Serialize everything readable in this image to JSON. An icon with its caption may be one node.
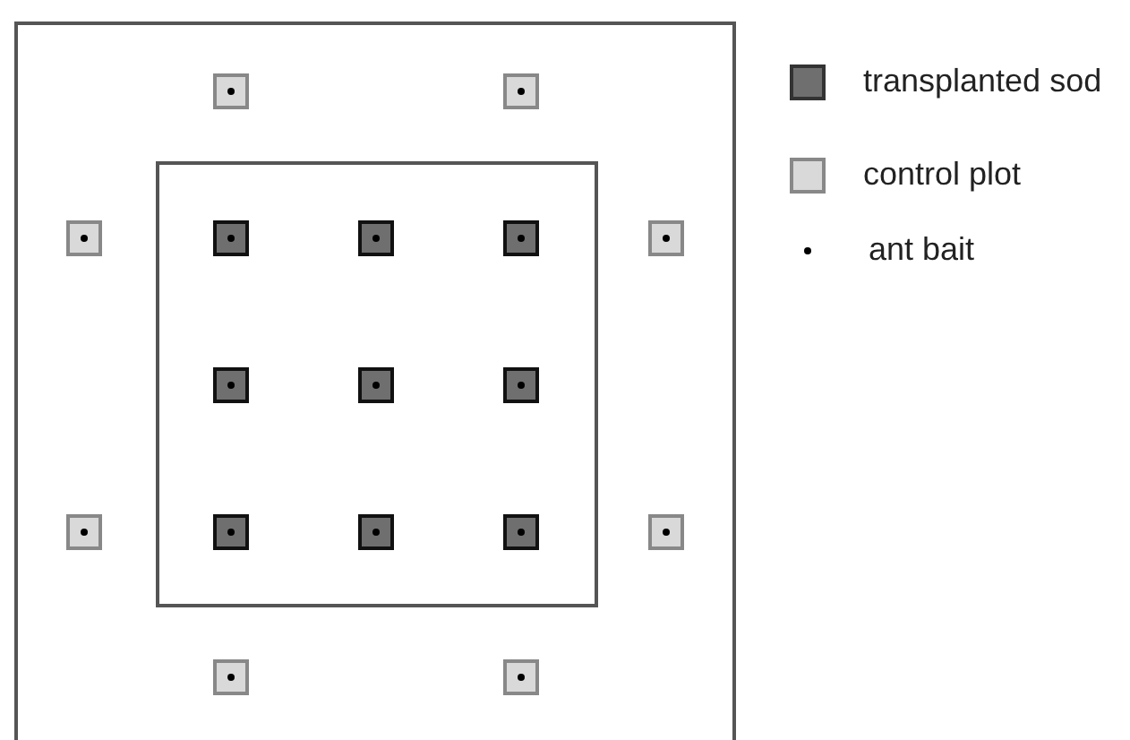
{
  "diagram": {
    "nodes": [
      {
        "text": [],
        "shape": "box"
      },
      {
        "text": [],
        "shape": "box",
        "in": 0
      },
      {
        "text": [],
        "shape": "box",
        "in": 0
      },
      {
        "text": [],
        "shape": "box",
        "in": 0
      },
      {
        "text": [],
        "shape": "box",
        "in": 0
      },
      {
        "text": [],
        "shape": "box",
        "in": 1
      },
      {
        "text": [],
        "shape": "box",
        "in": 1
      },
      {
        "text": [],
        "shape": "box",
        "in": 1
      },
      {
        "text": [],
        "shape": "box",
        "in": 0
      },
      {
        "text": [],
        "shape": "box",
        "in": 1
      },
      {
        "text": [],
        "shape": "box",
        "in": 1
      },
      {
        "text": [],
        "shape": "box",
        "in": 1
      },
      {
        "text": [],
        "shape": "box",
        "in": 0
      },
      {
        "text": [],
        "shape": "box",
        "in": 1
      },
      {
        "text": [],
        "shape": "box",
        "in": 1
      },
      {
        "text": [],
        "shape": "box",
        "in": 1
      },
      {
        "text": [],
        "shape": "box",
        "in": 0
      },
      {
        "text": [],
        "shape": "box",
        "in": 0
      },
      {
        "text": [],
        "shape": "box",
        "in": 0
      }
    ],
    "legend": [
      {
        "text": "transplanted sod",
        "color": "#6f6f6f"
      },
      {
        "text": "control plot",
        "color": "#d9d9d9"
      },
      {
        "text": "ant bait"
      }
    ]
  }
}
